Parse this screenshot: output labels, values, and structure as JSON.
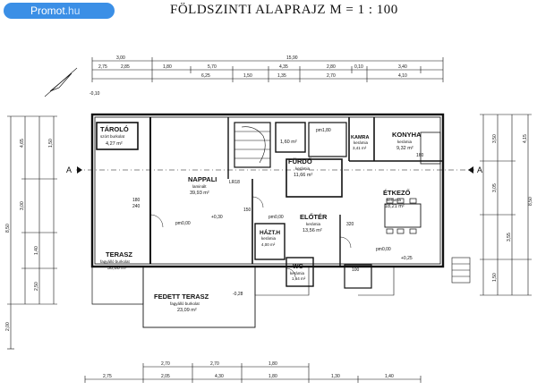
{
  "watermark": {
    "brand": "Promot",
    "tld": ".hu"
  },
  "title": "FÖLDSZINTI ALAPRAJZ M = 1 : 100",
  "section_markers": {
    "left": "A",
    "right": "A"
  },
  "rooms": {
    "tarolo": {
      "name": "TÁROLÓ",
      "sub": "szórt burkolat",
      "area": "4,27 m²"
    },
    "nappali": {
      "name": "NAPPALI",
      "sub": "laminált",
      "area": "39,93 m²"
    },
    "furdo": {
      "name": "FÜRDŐ",
      "sub": "kerámia",
      "area": "11,66 m²"
    },
    "kamra": {
      "name": "KAMRA",
      "sub": "kerámia",
      "area": "3,41 m²"
    },
    "konyha": {
      "name": "KONYHA",
      "sub": "kerámia",
      "area": "9,32 m²"
    },
    "etkezo": {
      "name": "ÉTKEZŐ",
      "sub": "kerámia",
      "area": "18,21 m²"
    },
    "eloter": {
      "name": "ELŐTÉR",
      "sub": "kerámia",
      "area": "13,56 m²"
    },
    "haztb": {
      "name": "HÁZT.H",
      "sub": "kerámia",
      "area": "4,00 m²"
    },
    "wc": {
      "name": "WC",
      "sub": "kerámia",
      "area": "1,64 m²"
    },
    "terasz": {
      "name": "TERASZ",
      "sub": "fagyálló burkolat",
      "area": "30,60 m²"
    },
    "fedett": {
      "name": "FEDETT TERASZ",
      "sub": "fagyálló burkolat",
      "area": "23,09 m²"
    },
    "stair_area": {
      "area": "1,60 m²"
    }
  },
  "top_dims": {
    "row1": [
      "3,00",
      "15,90"
    ],
    "row2": [
      "2,75",
      "2,85",
      "1,80",
      "5,70",
      "4,35",
      "2,80",
      "0,10",
      "3,40"
    ],
    "row3": [
      "6,25",
      "1,50",
      "1,35",
      "2,70",
      "4,10"
    ]
  },
  "bottom_dims": {
    "row1": [
      "2,70",
      "2,70",
      "1,80"
    ],
    "row2": [
      "2,75",
      "2,05",
      "4,30",
      "1,80",
      "1,30",
      "1,40"
    ]
  },
  "left_dims": [
    "8,50",
    "4,65",
    "3,00",
    "1,40",
    "2,50",
    "1,50",
    "2,00"
  ],
  "right_dims": [
    "8,50",
    "3,50",
    "3,05",
    "3,55",
    "1,50",
    "4,15"
  ],
  "labels": {
    "pm000": "pm0,00",
    "pm000b": "pm0,00",
    "pm000c": "pm0,00",
    "plus030": "+0,30",
    "minus010": "-0,10",
    "minus028": "-0,28",
    "h180": "180",
    "h240": "240",
    "h150": "150",
    "h160": "160",
    "h320": "320",
    "h100": "100",
    "pm180": "pm1,80",
    "plus025": "+0,25",
    "l818": "LR18"
  }
}
